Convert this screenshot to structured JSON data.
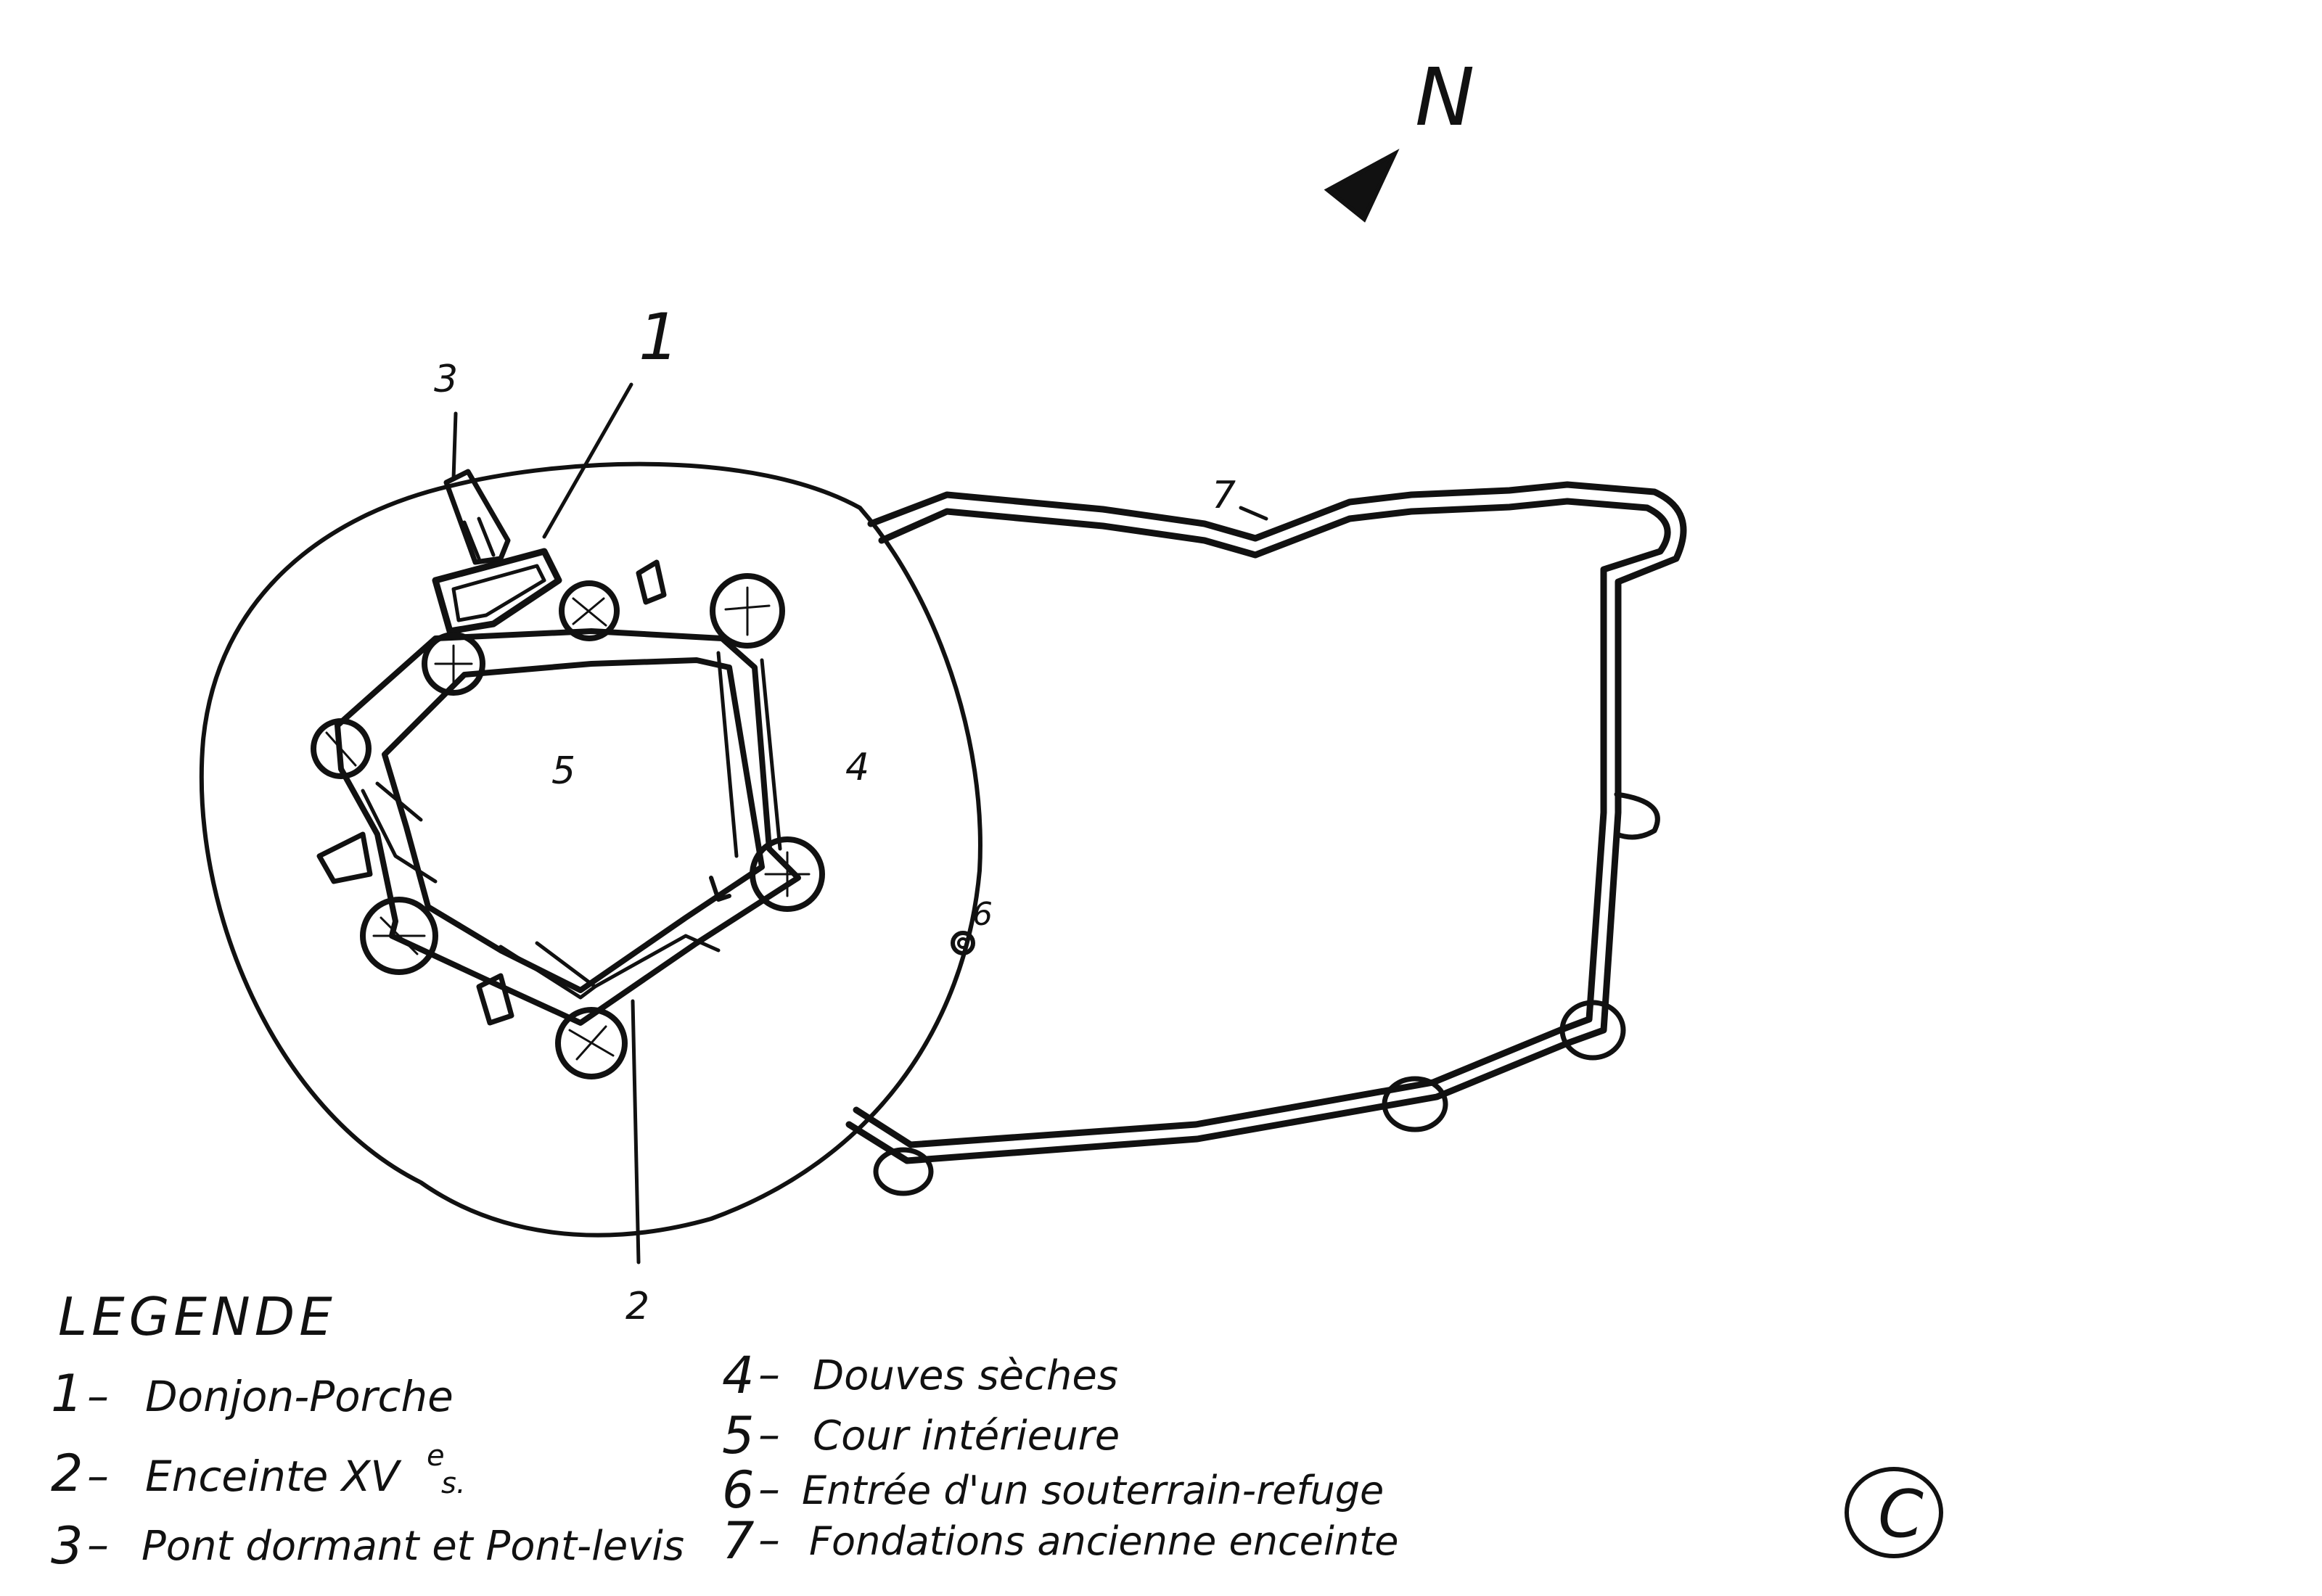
{
  "plan": {
    "north_label": "N",
    "callouts": {
      "c1": "1",
      "c2": "2",
      "c3": "3",
      "c4": "4",
      "c5": "5",
      "c6": "6",
      "c7": "7"
    }
  },
  "legend": {
    "heading": "LEGENDE",
    "items": [
      {
        "num": "1",
        "text": "Donjon-Porche"
      },
      {
        "num": "2",
        "text": "Enceinte XV",
        "suffix": "e",
        "suffix_after": "s."
      },
      {
        "num": "3",
        "text": "Pont dormant et Pont-levis"
      },
      {
        "num": "4",
        "text": "Douves sèches"
      },
      {
        "num": "5",
        "text": "Cour intérieure"
      },
      {
        "num": "6",
        "text": "Entrée d'un souterrain-refuge"
      },
      {
        "num": "7",
        "text": "Fondations ancienne enceinte"
      }
    ]
  },
  "copyright_symbol": "C",
  "colors": {
    "ink": "#111111",
    "paper": "#ffffff"
  }
}
